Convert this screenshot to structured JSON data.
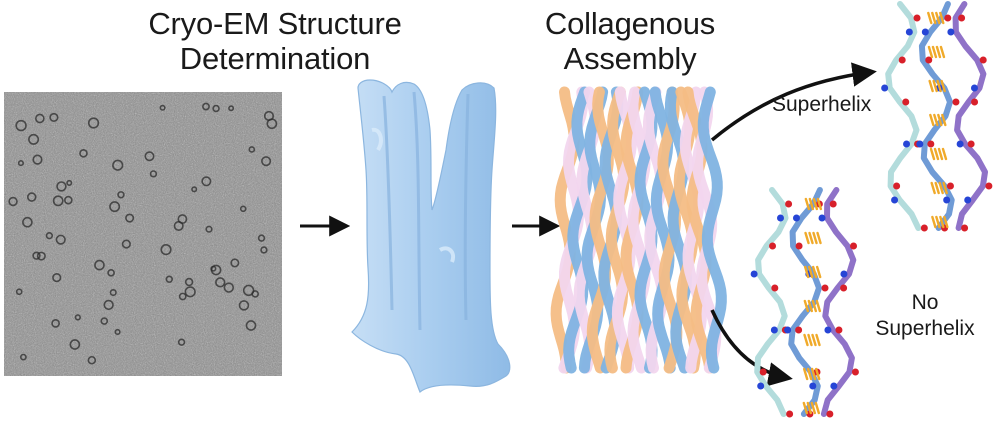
{
  "titles": {
    "cryo_line1": "Cryo-EM Structure",
    "cryo_line2": "Determination",
    "collagen_line1": "Collagenous",
    "collagen_line2": "Assembly"
  },
  "labels": {
    "superhelix": "Superhelix",
    "no_superhelix_line1": "No",
    "no_superhelix_line2": "Superhelix"
  },
  "colors": {
    "micrograph_base": "#8c8c8c",
    "density_map": "#a9cdef",
    "strand_blue": "#7fb3e2",
    "strand_orange": "#f4bd85",
    "strand_pink": "#f2d6ee",
    "backbone_light": "#b3dcdc",
    "backbone_blue": "#6f9bd6",
    "backbone_purple": "#8f72c8",
    "hbond": "#f0aa2a",
    "oxygen": "#d8202a",
    "nitrogen": "#2645d6",
    "arrow": "#111111"
  }
}
